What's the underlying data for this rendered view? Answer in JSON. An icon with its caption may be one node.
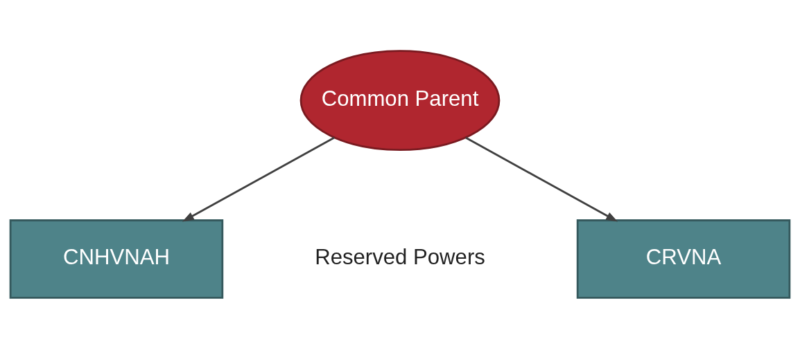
{
  "diagram": {
    "nodes": [
      {
        "text": [
          "Common Parent"
        ]
      },
      {
        "text": [
          "CNHVNAH"
        ]
      },
      {
        "text": [
          "CRVNA"
        ]
      }
    ],
    "edges": [
      {
        "from": 0,
        "to": 1,
        "arrow": "to"
      },
      {
        "from": 0,
        "to": 2,
        "arrow": "to"
      }
    ],
    "labels": [
      "Reserved Powers"
    ]
  }
}
